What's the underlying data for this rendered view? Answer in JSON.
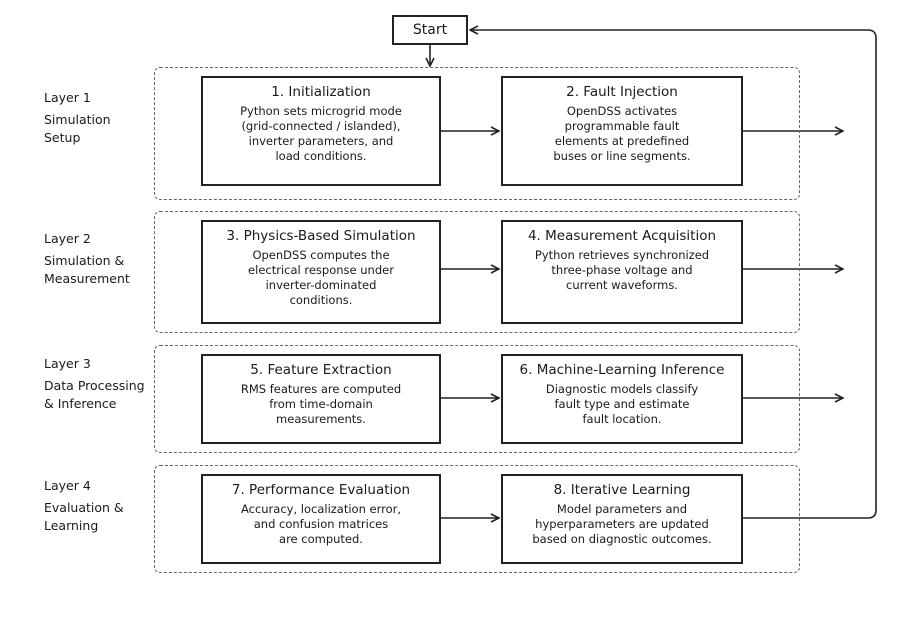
{
  "start": {
    "label": "Start"
  },
  "layers": [
    {
      "name": "Layer 1",
      "desc": [
        "Simulation",
        "Setup"
      ],
      "steps": [
        {
          "title": "1. Initialization",
          "lines": [
            "Python sets microgrid mode",
            "(grid-connected / islanded),",
            "inverter parameters, and",
            "load conditions."
          ]
        },
        {
          "title": "2. Fault Injection",
          "lines": [
            "OpenDSS activates",
            "programmable fault",
            "elements at predefined",
            "buses or line segments."
          ]
        }
      ]
    },
    {
      "name": "Layer 2",
      "desc": [
        "Simulation &",
        "Measurement"
      ],
      "steps": [
        {
          "title": "3. Physics-Based Simulation",
          "lines": [
            "OpenDSS computes the",
            "electrical response under",
            "inverter-dominated",
            "conditions."
          ]
        },
        {
          "title": "4. Measurement Acquisition",
          "lines": [
            "Python retrieves synchronized",
            "three-phase voltage and",
            "current waveforms."
          ]
        }
      ]
    },
    {
      "name": "Layer 3",
      "desc": [
        "Data Processing",
        "& Inference"
      ],
      "steps": [
        {
          "title": "5. Feature Extraction",
          "lines": [
            "RMS features are computed",
            "from time-domain",
            "measurements."
          ]
        },
        {
          "title": "6. Machine-Learning Inference",
          "lines": [
            "Diagnostic models classify",
            "fault type and estimate",
            "fault location."
          ]
        }
      ]
    },
    {
      "name": "Layer 4",
      "desc": [
        "Evaluation &",
        "Learning"
      ],
      "steps": [
        {
          "title": "7. Performance Evaluation",
          "lines": [
            "Accuracy, localization error,",
            "and confusion matrices",
            "are computed."
          ]
        },
        {
          "title": "8. Iterative Learning",
          "lines": [
            "Model parameters and",
            "hyperparameters are updated",
            "based on diagnostic outcomes."
          ]
        }
      ]
    }
  ]
}
